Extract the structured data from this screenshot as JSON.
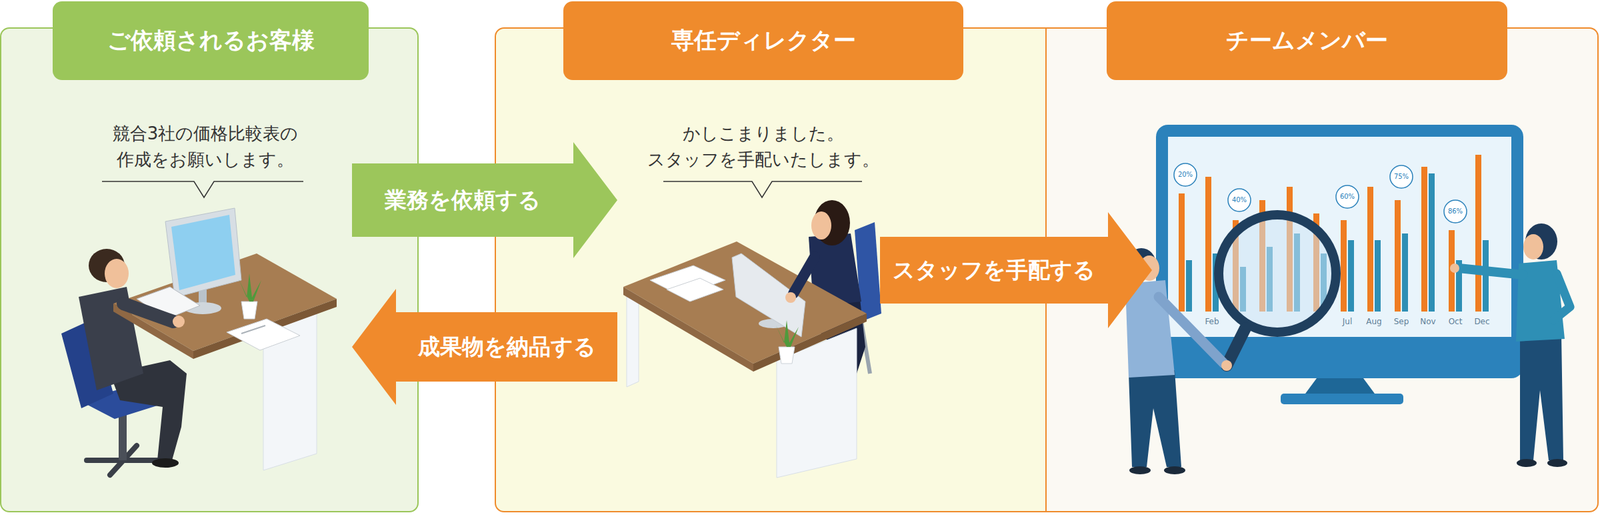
{
  "diagram": {
    "nodes": [
      {
        "text": [
          "ご依頼されるお客様",
          "競合3社の価格比較表の 作成をお願いします。"
        ]
      },
      {
        "text": [
          "専任ディレクター",
          "かしこまりました。 スタッフを手配いたします。"
        ]
      },
      {
        "text": [
          "チームメンバー"
        ]
      }
    ],
    "edges": [
      {
        "from": 0,
        "to": 1,
        "label": "業務を依頼する",
        "arrow": "to"
      },
      {
        "from": 1,
        "to": 0,
        "label": "成果物を納品する",
        "arrow": "to"
      },
      {
        "from": 1,
        "to": 2,
        "label": "スタッフを手配する",
        "arrow": "to"
      }
    ],
    "labels": [
      "20%",
      "40%",
      "60%",
      "75%",
      "86%",
      "Feb",
      "Jul",
      "Aug",
      "Sep",
      "Nov",
      "Oct",
      "Dec"
    ]
  }
}
